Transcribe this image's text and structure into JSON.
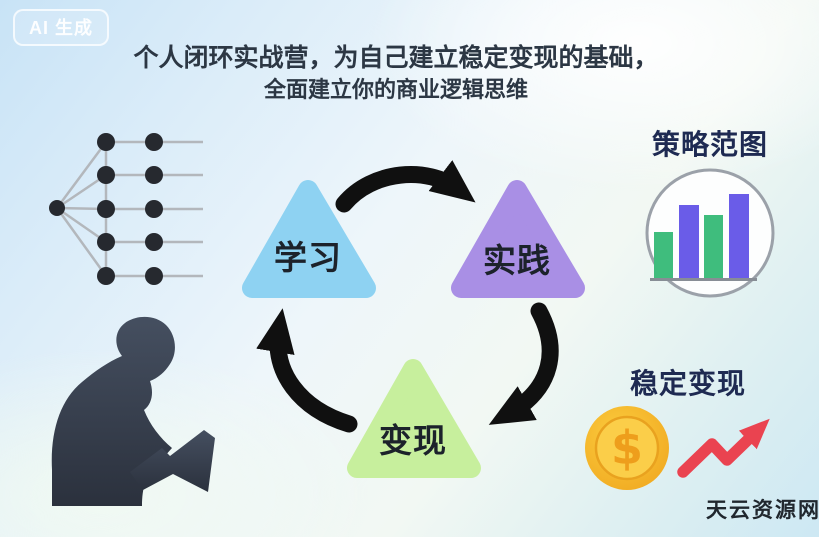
{
  "badge": {
    "label": "AI 生成"
  },
  "title": {
    "line1": "个人闭环实战营，为自己建立稳定变现的基础，",
    "line2": "全面建立你的商业逻辑思维"
  },
  "cycle": {
    "steps": [
      {
        "label": "学习",
        "color": "#8ed2f2"
      },
      {
        "label": "实践",
        "color": "#a98fe5"
      },
      {
        "label": "变现",
        "color": "#c7ef9d"
      }
    ],
    "arrow_color": "#101010"
  },
  "strategy": {
    "label": "策略范图",
    "chart": {
      "type": "bar",
      "bar_colors": [
        "#3fbd7d",
        "#6a5ce8",
        "#3fbd7d",
        "#6a5ce8"
      ],
      "relative_heights": [
        46,
        73,
        63,
        84
      ],
      "frame": "circle"
    }
  },
  "monetize": {
    "label": "稳定变现",
    "coin_symbol": "$",
    "coin_color": "#f5b72c",
    "trend_color": "#ea4350"
  },
  "icons": {
    "tree_icon": "mind-map-tree",
    "person_icon": "person-reading-book"
  },
  "watermark": {
    "label": "天云资源网"
  }
}
